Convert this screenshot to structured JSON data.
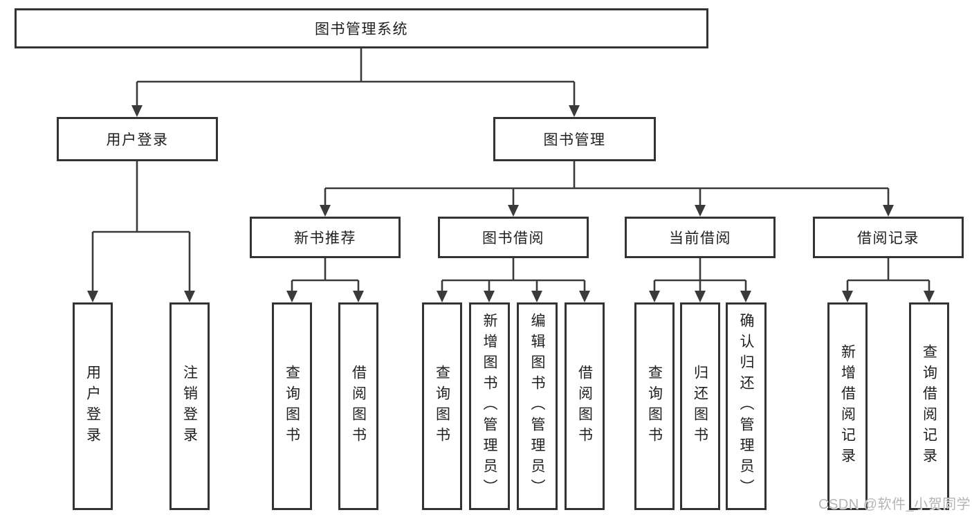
{
  "diagram": {
    "title_node": {
      "label": "图书管理系统"
    },
    "level2": [
      {
        "label": "用户登录",
        "children_leaves": [
          0,
          1
        ]
      },
      {
        "label": "图书管理",
        "children_branches": [
          0,
          1,
          2,
          3
        ]
      }
    ],
    "level3": [
      {
        "label": "新书推荐",
        "children_leaves": [
          2,
          3
        ]
      },
      {
        "label": "图书借阅",
        "children_leaves": [
          4,
          5,
          6,
          7
        ]
      },
      {
        "label": "当前借阅",
        "children_leaves": [
          8,
          9,
          10
        ]
      },
      {
        "label": "借阅记录",
        "children_leaves": [
          11,
          12
        ]
      }
    ],
    "leaves": [
      {
        "label": "用户登录"
      },
      {
        "label": "注销登录"
      },
      {
        "label": "查询图书"
      },
      {
        "label": "借阅图书"
      },
      {
        "label": "查询图书"
      },
      {
        "label": "新增图书（管理员）"
      },
      {
        "label": "编辑图书（管理员）"
      },
      {
        "label": "借阅图书"
      },
      {
        "label": "查询图书"
      },
      {
        "label": "归还图书"
      },
      {
        "label": "确认归还（管理员）"
      },
      {
        "label": "新增借阅记录"
      },
      {
        "label": "查询借阅记录"
      }
    ],
    "colors": {
      "box_border": "#333333",
      "connector": "#3a3a3a",
      "text": "#1f1f1f",
      "watermark_text": "#b5b5b5",
      "background": "#ffffff"
    }
  },
  "watermark": {
    "text": "CSDN @软件_小贺同学"
  }
}
